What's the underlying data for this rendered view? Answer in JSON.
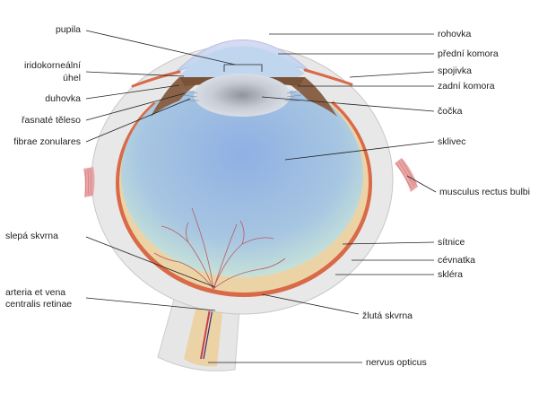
{
  "labels": {
    "pupila": "pupila",
    "iridokornealni": "iridokorneální",
    "uhel": "úhel",
    "duhovka": "duhovka",
    "rasnate_teleso": "řasnaté těleso",
    "fibrae_zonulares": "fibrae zonulares",
    "slepa_skvrna": "slepá skvrna",
    "arteria_vena_1": "arteria et vena",
    "arteria_vena_2": "centralis retinae",
    "rohovka": "rohovka",
    "predni_komora": "přední komora",
    "spojivka": "spojivka",
    "zadni_komora": "zadní komora",
    "cocka": "čočka",
    "sklivec": "sklivec",
    "musculus": "musculus rectus bulbi",
    "sitnice": "sítnice",
    "cevnatka": "cévnatka",
    "sklera": "skléra",
    "zluta_skvrna": "žlutá skvrna",
    "nervus_opticus": "nervus opticus"
  },
  "colors": {
    "sclera": "#e6e6e6",
    "sclera_outline": "#c8c8c8",
    "choroid": "#d96a48",
    "retina": "#ecd3a6",
    "vitreous": "#a9c4e6",
    "cornea": "#d8e2f4",
    "iris": "#8a6248",
    "lens": "#cfd6e2",
    "vessel": "#b85c66",
    "muscle": "#e9a6a6",
    "leader": "#222222"
  }
}
